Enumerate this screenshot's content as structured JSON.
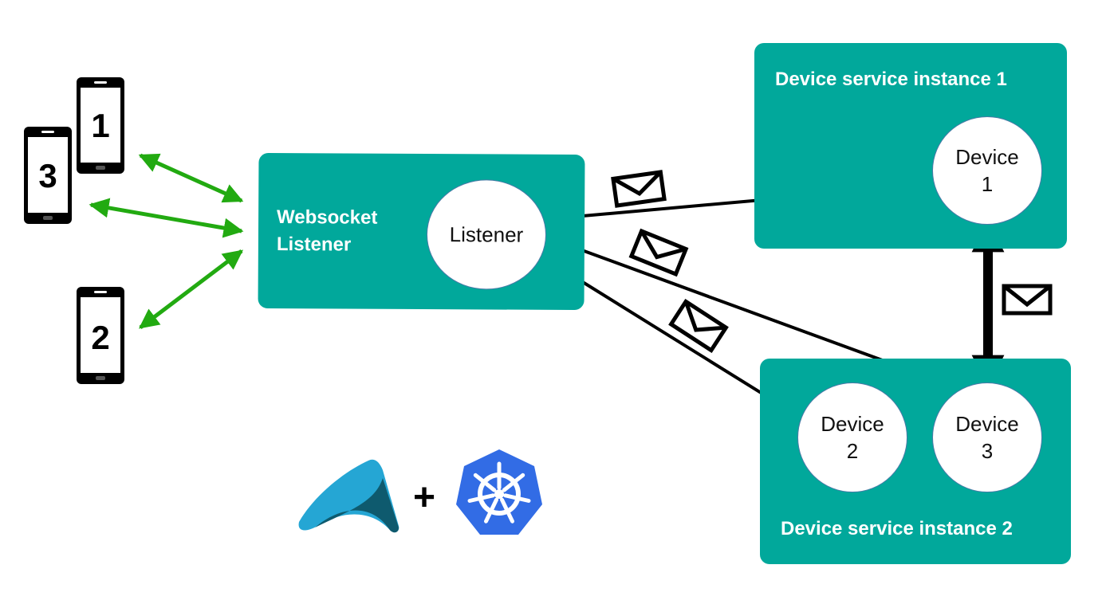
{
  "phones": [
    {
      "label": "1"
    },
    {
      "label": "3"
    },
    {
      "label": "2"
    }
  ],
  "listener_box": {
    "title_line1": "Websocket",
    "title_line2": "Listener",
    "node": "Listener"
  },
  "instance1": {
    "title": "Device service instance 1",
    "device": {
      "line1": "Device",
      "line2": "1"
    }
  },
  "instance2": {
    "title": "Device service instance 2",
    "device_a": {
      "line1": "Device",
      "line2": "2"
    },
    "device_b": {
      "line1": "Device",
      "line2": "3"
    }
  },
  "logos": {
    "plus": "+",
    "left_logo": "ably-logo-icon",
    "right_logo": "kubernetes-helm-icon"
  },
  "colors": {
    "teal": "#01a89b",
    "green_arrow": "#22aa11",
    "black_arrow": "#000000",
    "k8s_blue": "#326ce5"
  }
}
